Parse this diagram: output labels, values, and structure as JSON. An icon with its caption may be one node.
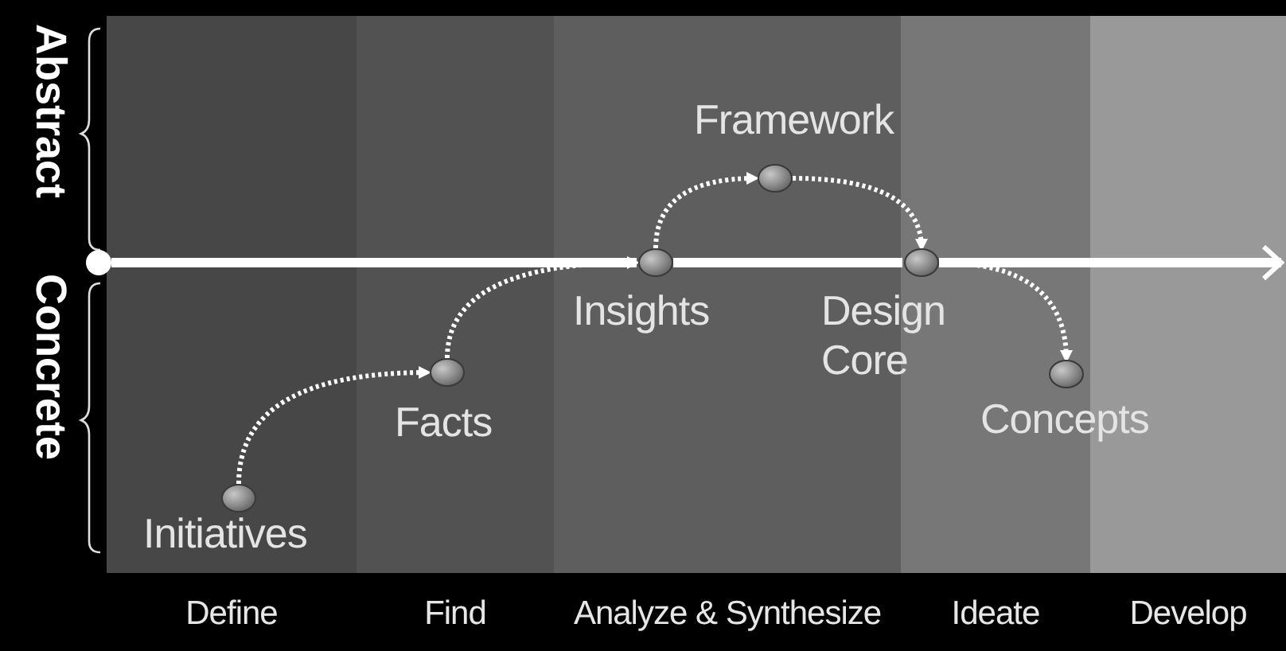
{
  "diagram": {
    "nodes": [
      {
        "text": [
          "Define"
        ]
      },
      {
        "text": [
          "Find"
        ]
      },
      {
        "text": [
          "Analyze & Synthesize"
        ]
      },
      {
        "text": [
          "Ideate"
        ]
      },
      {
        "text": [
          "Develop"
        ]
      },
      {
        "text": [],
        "shape": "circle",
        "beside": [
          "Initiatives"
        ],
        "in": 0
      },
      {
        "text": [],
        "shape": "circle",
        "beside": [
          "Facts"
        ],
        "in": 1
      },
      {
        "text": [],
        "shape": "circle",
        "beside": [
          "Insights"
        ],
        "in": 2
      },
      {
        "text": [],
        "shape": "circle",
        "beside": [
          "Framework"
        ],
        "in": 2
      },
      {
        "text": [],
        "shape": "circle",
        "beside": [
          "Design Core"
        ],
        "in": 3
      },
      {
        "text": [],
        "shape": "circle",
        "beside": [
          "Concepts"
        ],
        "in": 3
      },
      {
        "text": [],
        "shape": "circle"
      }
    ],
    "edges": [
      {
        "from": 5,
        "to": 6,
        "arrow": "to",
        "style": "dashed"
      },
      {
        "from": 6,
        "to": 7,
        "arrow": "to",
        "style": "dashed"
      },
      {
        "from": 7,
        "to": 8,
        "arrow": "to",
        "style": "dashed"
      },
      {
        "from": 8,
        "to": 9,
        "arrow": "to",
        "style": "dashed"
      },
      {
        "from": 9,
        "to": 10,
        "arrow": "to",
        "style": "dashed"
      },
      {
        "from": 11,
        "to": 7,
        "arrow": "none",
        "style": "thick"
      },
      {
        "from": 7,
        "to": 9,
        "arrow": "none",
        "style": "thick"
      },
      {
        "from": 9,
        "to": 4,
        "arrow": "to",
        "style": "thick"
      }
    ],
    "labels": [
      "Abstract",
      "Concrete"
    ]
  }
}
